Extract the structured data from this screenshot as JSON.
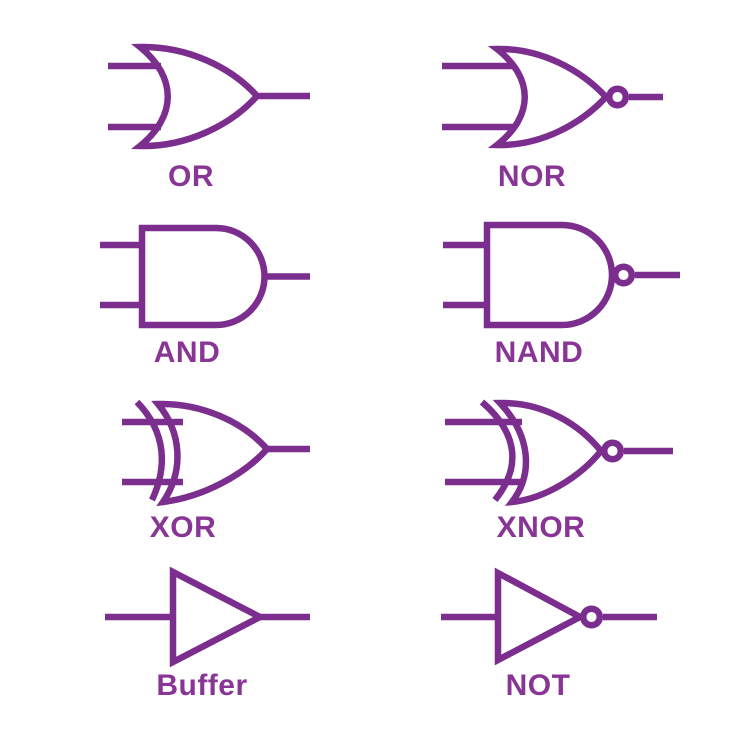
{
  "diagram": {
    "background": "#ffffff",
    "line_color": "#7C2E8E",
    "label_color": "#883596"
  },
  "gates": [
    {
      "name": "or",
      "label": "OR",
      "bubble": false
    },
    {
      "name": "nor",
      "label": "NOR",
      "bubble": true
    },
    {
      "name": "and",
      "label": "AND",
      "bubble": false
    },
    {
      "name": "nand",
      "label": "NAND",
      "bubble": true
    },
    {
      "name": "xor",
      "label": "XOR",
      "bubble": false
    },
    {
      "name": "xnor",
      "label": "XNOR",
      "bubble": true
    },
    {
      "name": "buffer",
      "label": "Buffer",
      "bubble": false
    },
    {
      "name": "not",
      "label": "NOT",
      "bubble": true
    }
  ]
}
